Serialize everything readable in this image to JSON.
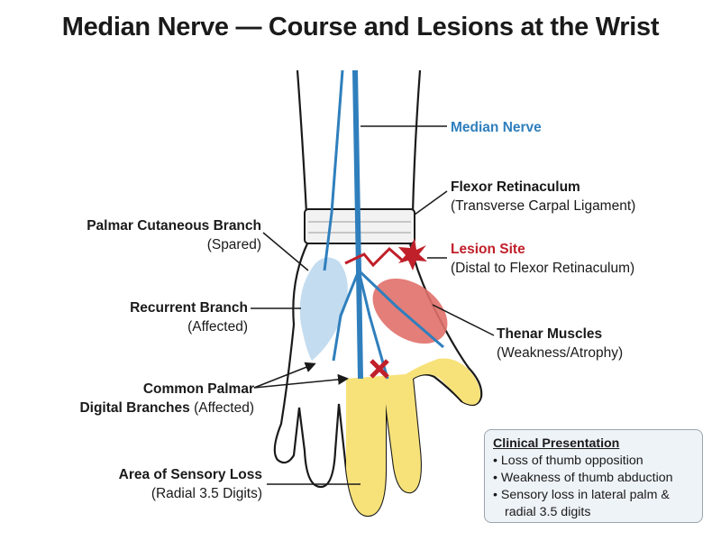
{
  "title": "Median Nerve — Course and Lesions at the Wrist",
  "labels": {
    "median_nerve": "Median Nerve",
    "flexor_retinaculum": "Flexor Retinaculum",
    "flexor_retinaculum_sub": "(Transverse Carpal Ligament)",
    "lesion_site": "Lesion Site",
    "lesion_site_sub": "(Distal to Flexor Retinaculum)",
    "palmar_cutaneous": "Palmar Cutaneous Branch",
    "palmar_cutaneous_sub": "(Spared)",
    "recurrent_branch": "Recurrent Branch",
    "recurrent_branch_sub": "(Affected)",
    "thenar_muscles": "Thenar Muscles",
    "thenar_muscles_sub": "(Weakness/Atrophy)",
    "common_palmar": "Common Palmar",
    "digital_branches": "Digital Branches",
    "digital_branches_sub": "(Affected)",
    "sensory_loss": "Area of Sensory Loss",
    "sensory_loss_sub": "(Radial 3.5 Digits)"
  },
  "clinical_presentation": {
    "title": "Clinical Presentation",
    "items": [
      "Loss of thumb opposition",
      "Weakness of thumb abduction",
      "Sensory loss in lateral palm & radial 3.5 digits"
    ]
  },
  "colors": {
    "nerve": "#2f7fbd",
    "lesion": "#c0202a",
    "sensory_area": "#f7e27a",
    "thenar": "#e0706a",
    "spared_area": "#bcd8ee"
  }
}
